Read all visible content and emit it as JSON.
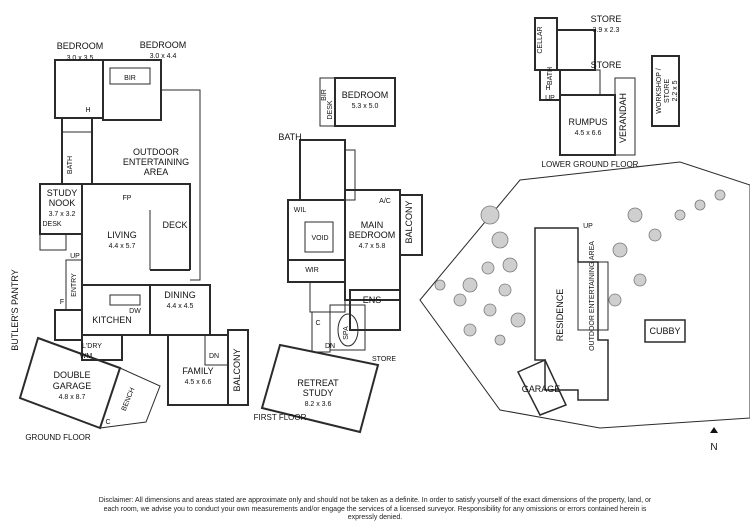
{
  "colors": {
    "wall": "#2b2b2b",
    "floor_fill": "#ffffff",
    "tree": "#9a9a9a"
  },
  "ground": {
    "bedroom1": {
      "name": "BEDROOM",
      "size": "3.0 x 3.5"
    },
    "bedroom2": {
      "name": "BEDROOM",
      "size": "3.0 x 4.4"
    },
    "bir": "BIR",
    "bath": "BATH",
    "h": "H",
    "outdoor": {
      "l1": "OUTDOOR",
      "l2": "ENTERTAINING",
      "l3": "AREA"
    },
    "study": {
      "l1": "STUDY",
      "l2": "NOOK",
      "size": "3.7 x 3.2"
    },
    "desk": "DESK",
    "fp": "FP",
    "deck": "DECK",
    "living": {
      "name": "LIVING",
      "size": "4.4 x 5.7"
    },
    "up": "UP",
    "entry": "ENTRY",
    "f": "F",
    "butlers_pantry": "BUTLER'S PANTRY",
    "dining": {
      "name": "DINING",
      "size": "4.4 x 4.5"
    },
    "dw": "DW",
    "kitchen": "KITCHEN",
    "ldry": "L'DRY",
    "wm": "WM",
    "garage": {
      "l1": "DOUBLE",
      "l2": "GARAGE",
      "size": "4.8 x 8.7"
    },
    "family": {
      "name": "FAMILY",
      "size": "4.5 x 6.6"
    },
    "dn": "DN",
    "balcony": "BALCONY",
    "bench": "BENCH",
    "c": "C",
    "floor_label": "GROUND FLOOR"
  },
  "first": {
    "bedroom": {
      "name": "BEDROOM",
      "size": "5.3 x 5.0"
    },
    "bir": "BIR",
    "desk": "DESK",
    "bath": "BATH",
    "ac": "A/C",
    "wil": "WIL",
    "void": "VOID",
    "main_bedroom": {
      "l1": "MAIN",
      "l2": "BEDROOM",
      "size": "4.7 x 5.8"
    },
    "balcony": "BALCONY",
    "wir": "WIR",
    "ens": "ENS",
    "c": "C",
    "dn": "DN",
    "spa": "SPA",
    "store": "STORE",
    "retreat": {
      "l1": "RETREAT",
      "l2": "STUDY",
      "size": "8.2 x 3.6"
    },
    "floor_label": "FIRST FLOOR"
  },
  "lower": {
    "store1": {
      "name": "STORE",
      "size": "3.9 x 2.3"
    },
    "store2": "STORE",
    "cellar": "CELLAR",
    "bath": "BATH",
    "h": "H",
    "up": "UP",
    "rumpus": {
      "name": "RUMPUS",
      "size": "4.5 x 6.6"
    },
    "verandah": "VERANDAH",
    "floor_label": "LOWER GROUND FLOOR",
    "workshop": {
      "l1": "WORKSHOP /",
      "l2": "STORE",
      "size": "2.2 x 5"
    }
  },
  "site": {
    "residence": "RESIDENCE",
    "garage": "GARAGE",
    "outdoor": "OUTDOOR ENTERTAINING AREA",
    "cubby": "CUBBY",
    "up": "UP"
  },
  "north": "N",
  "disclaimer": "Disclaimer: All dimensions and areas stated are approximate only and should not be taken as a definite. In order to satisfy yourself of the exact dimensions of the property, land, or each room, we advise you to conduct your own measurements and/or engage the services of a licensed surveyor. Responsibility for any omissions or errors contained herein is expressly denied."
}
